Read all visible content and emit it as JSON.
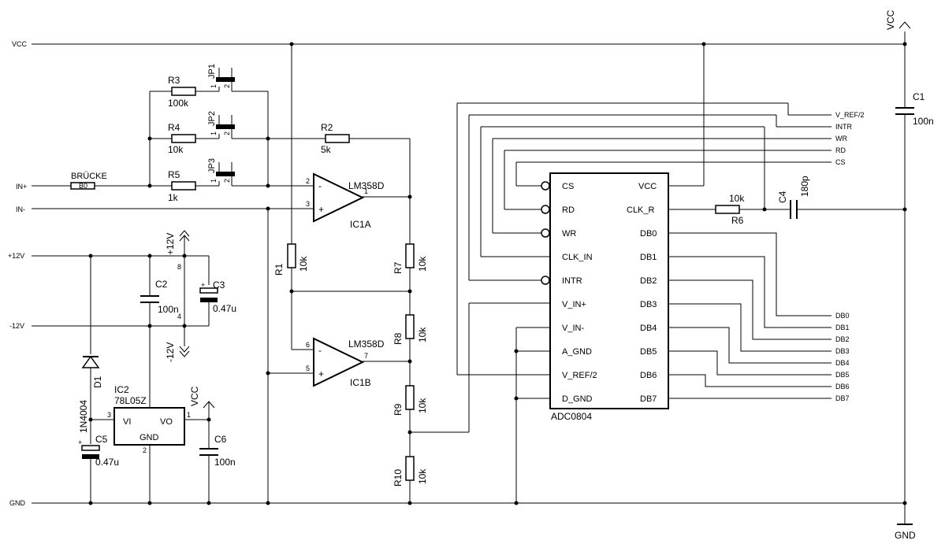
{
  "nets": {
    "vcc": "VCC",
    "in_plus": "IN+",
    "in_minus": "IN-",
    "p12": "+12V",
    "m12": "-12V",
    "gnd": "GND",
    "v_ref2": "V_REF/2",
    "intr": "INTR",
    "wr": "WR",
    "rd": "RD",
    "cs": "CS",
    "db": [
      "DB0",
      "DB1",
      "DB2",
      "DB3",
      "DB4",
      "DB5",
      "DB6",
      "DB7"
    ]
  },
  "supply_labels": {
    "vcc_top": "VCC",
    "vcc_reg": "VCC",
    "gnd_bottom": "GND",
    "p12_op": "+12V",
    "m12_op": "-12V"
  },
  "components": {
    "bridge": {
      "ref": "BRÜCKE",
      "mark": "B0"
    },
    "r1": {
      "ref": "R1",
      "value": "10k"
    },
    "r2": {
      "ref": "R2",
      "value": "5k"
    },
    "r3": {
      "ref": "R3",
      "value": "100k"
    },
    "r4": {
      "ref": "R4",
      "value": "10k"
    },
    "r5": {
      "ref": "R5",
      "value": "1k"
    },
    "r6": {
      "ref": "R6",
      "value": "10k"
    },
    "r7": {
      "ref": "R7",
      "value": "10k"
    },
    "r8": {
      "ref": "R8",
      "value": "10k"
    },
    "r9": {
      "ref": "R9",
      "value": "10k"
    },
    "r10": {
      "ref": "R10",
      "value": "10k"
    },
    "c1": {
      "ref": "C1",
      "value": "100n"
    },
    "c2": {
      "ref": "C2",
      "value": "100n"
    },
    "c3": {
      "ref": "C3",
      "value": "0.47u"
    },
    "c4": {
      "ref": "C4",
      "value": "180p"
    },
    "c5": {
      "ref": "C5",
      "value": "0.47u"
    },
    "c6": {
      "ref": "C6",
      "value": "100n"
    },
    "d1": {
      "ref": "D1",
      "value": "1N4004"
    },
    "jp1": {
      "ref": "JP1",
      "pin1": "1",
      "pin2": "2"
    },
    "jp2": {
      "ref": "JP2",
      "pin1": "1",
      "pin2": "2"
    },
    "jp3": {
      "ref": "JP3",
      "pin1": "1",
      "pin2": "2"
    },
    "ic1a": {
      "ref": "IC1A",
      "value": "LM358D",
      "pin_minus": "2",
      "pin_plus": "3",
      "pin_out": "1",
      "minus_sign": "-",
      "plus_sign": "+"
    },
    "ic1b": {
      "ref": "IC1B",
      "value": "LM358D",
      "pin_minus": "6",
      "pin_plus": "5",
      "pin_out": "7",
      "minus_sign": "-",
      "plus_sign": "+"
    },
    "ic1_power": {
      "pin_pos": "8",
      "pin_neg": "4"
    },
    "ic2": {
      "ref": "IC2",
      "value": "78L05Z",
      "vi": "VI",
      "vo": "VO",
      "gnd": "GND",
      "pin_vi": "3",
      "pin_vo": "1",
      "pin_gnd": "2"
    },
    "adc": {
      "ref": "ADC0804",
      "left_pins": [
        "CS",
        "RD",
        "WR",
        "CLK_IN",
        "INTR",
        "V_IN+",
        "V_IN-",
        "A_GND",
        "V_REF/2",
        "D_GND"
      ],
      "right_pins": [
        "VCC",
        "CLK_R",
        "DB0",
        "DB1",
        "DB2",
        "DB3",
        "DB4",
        "DB5",
        "DB6",
        "DB7"
      ]
    }
  }
}
